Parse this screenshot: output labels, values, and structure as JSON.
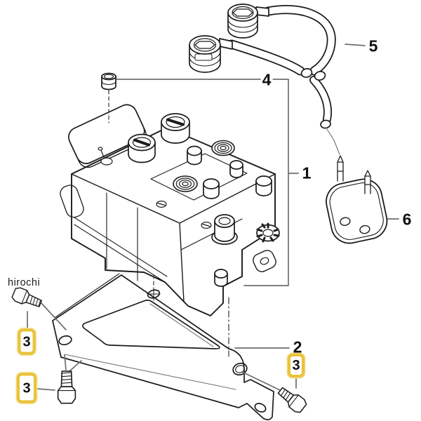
{
  "diagram": {
    "watermark": "hirochi",
    "callouts": {
      "c1": {
        "label": "1"
      },
      "c2": {
        "label": "2"
      },
      "c3_left": {
        "label": "3"
      },
      "c3_bottom": {
        "label": "3"
      },
      "c3_right": {
        "label": "3"
      },
      "c4": {
        "label": "4"
      },
      "c5": {
        "label": "5"
      },
      "c6": {
        "label": "6"
      }
    },
    "highlight_color": "#e9c33b",
    "line_color": "#1b1b1b",
    "leader_color": "#6e6e6e",
    "background_color": "#ffffff"
  }
}
